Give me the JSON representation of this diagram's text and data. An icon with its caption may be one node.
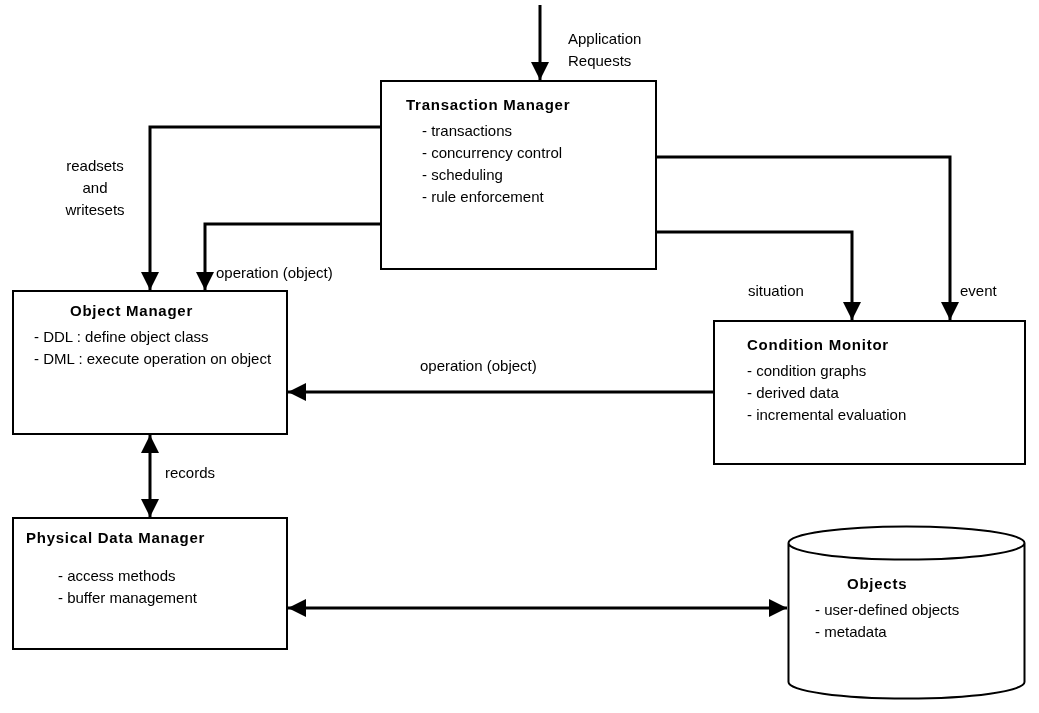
{
  "diagram": {
    "nodes": [
      {
        "text": [
          "Transaction Manager",
          "- transactions",
          "- concurrency control",
          "- scheduling",
          "- rule enforcement"
        ]
      },
      {
        "text": [
          "Object Manager",
          "- DDL : define object class",
          "- DML : execute operation on object"
        ]
      },
      {
        "text": [
          "Condition Monitor",
          "- condition graphs",
          "- derived data",
          "- incremental evaluation"
        ]
      },
      {
        "text": [
          "Physical Data Manager",
          "- access methods",
          "- buffer management"
        ]
      },
      {
        "text": [
          "Objects",
          "- user-defined objects",
          "- metadata"
        ]
      }
    ],
    "edges": [
      {
        "from": null,
        "to": 0,
        "arrow": "to",
        "label": "Application Requests"
      },
      {
        "from": 0,
        "to": 1,
        "arrow": "to",
        "label": "readsets and writesets"
      },
      {
        "from": 0,
        "to": 1,
        "arrow": "to",
        "label": "operation (object)"
      },
      {
        "from": 0,
        "to": 2,
        "arrow": "to",
        "label": "situation"
      },
      {
        "from": 0,
        "to": 2,
        "arrow": "to",
        "label": "event"
      },
      {
        "from": 2,
        "to": 1,
        "arrow": "to",
        "label": "operation (object)"
      },
      {
        "from": 1,
        "to": 3,
        "arrow": "both",
        "label": "records"
      },
      {
        "from": 3,
        "to": 4,
        "arrow": "both"
      }
    ]
  }
}
